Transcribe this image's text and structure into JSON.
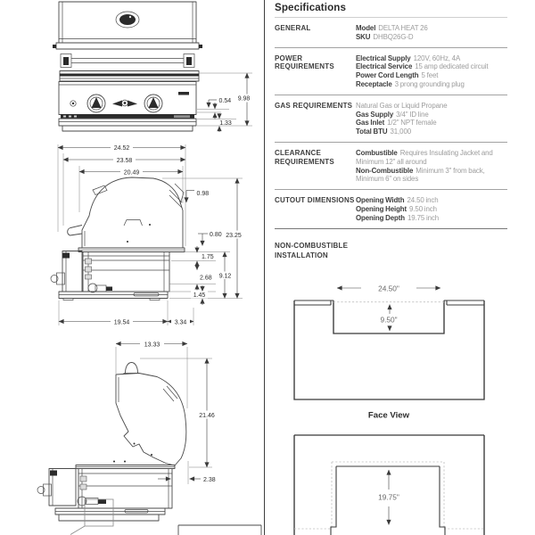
{
  "specifications": {
    "title": "Specifications",
    "sections": [
      {
        "label": "GENERAL",
        "rows": [
          {
            "b": "Model",
            "t": "DELTA HEAT 26"
          },
          {
            "b": "SKU",
            "t": "DHBQ26G-D"
          }
        ]
      },
      {
        "label": "POWER REQUIREMENTS",
        "rows": [
          {
            "b": "Electrical Supply",
            "t": "120V, 60Hz, 4A"
          },
          {
            "b": "Electrical Service",
            "t": "15 amp dedicated circuit"
          },
          {
            "b": "Power Cord Length",
            "t": "5 feet"
          },
          {
            "b": "Receptacle",
            "t": "3 prong grounding plug"
          }
        ]
      },
      {
        "label": "GAS REQUIREMENTS",
        "rows": [
          {
            "b": "",
            "t": "Natural Gas or Liquid Propane"
          },
          {
            "b": "Gas Supply",
            "t": "3/4\" ID line"
          },
          {
            "b": "Gas Inlet",
            "t": "1/2\" NPT female"
          },
          {
            "b": "Total BTU",
            "t": "31,000"
          }
        ]
      },
      {
        "label": "CLEARANCE REQUIREMENTS",
        "rows": [
          {
            "b": "Combustible",
            "t": "Requires Insulating Jacket and Minimum 12\" all around"
          },
          {
            "b": "Non-Combustible",
            "t": "Minimum 3\" from back, Minimum 6\" on sides"
          }
        ]
      },
      {
        "label": "CUTOUT DIMENSIONS",
        "rows": [
          {
            "b": "Opening Width",
            "t": "24.50 inch"
          },
          {
            "b": "Opening Height",
            "t": "9.50 inch"
          },
          {
            "b": "Opening Depth",
            "t": "19.75 inch"
          }
        ]
      }
    ]
  },
  "installation": {
    "heading_line1": "NON-COMBUSTIBLE",
    "heading_line2": "INSTALLATION",
    "face_view": {
      "width": "24.50\"",
      "height": "9.50\"",
      "caption": "Face View"
    },
    "top_view": {
      "depth": "19.75\""
    }
  },
  "drawings": {
    "front": {
      "d_054": "0.54",
      "d_998": "9.98",
      "d_133": "1.33"
    },
    "side": {
      "d_2452": "24.52",
      "d_2358": "23.58",
      "d_2049": "20.49",
      "d_098": "0.98",
      "d_2325": "23.25",
      "d_080": "0.80",
      "d_175": "1.75",
      "d_268": "2.68",
      "d_912": "9.12",
      "d_145": "1.45",
      "d_1954": "19.54",
      "d_334": "3.34"
    },
    "open": {
      "d_1333": "13.33",
      "d_2146": "21.46",
      "d_238": "2.38"
    }
  }
}
